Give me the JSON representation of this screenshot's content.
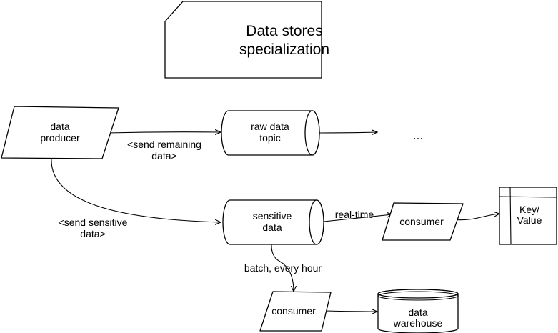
{
  "title": {
    "line1": "Data stores",
    "line2": "specialization"
  },
  "producer": {
    "line1": "data",
    "line2": "producer"
  },
  "raw_topic": {
    "line1": "raw data",
    "line2": "topic"
  },
  "sensitive": {
    "line1": "sensitive",
    "line2": "data"
  },
  "consumer_rt": {
    "label": "consumer"
  },
  "consumer_batch": {
    "label": "consumer"
  },
  "kv_store": {
    "line1": "Key/",
    "line2": "Value"
  },
  "warehouse": {
    "line1": "data",
    "line2": "warehouse"
  },
  "edges": {
    "remaining_line1": "<send remaining",
    "remaining_line2": "data>",
    "sensitive_line1": "<send sensitive",
    "sensitive_line2": "data>",
    "realtime": "real-time",
    "batch": "batch, every hour",
    "ellipsis": "..."
  }
}
